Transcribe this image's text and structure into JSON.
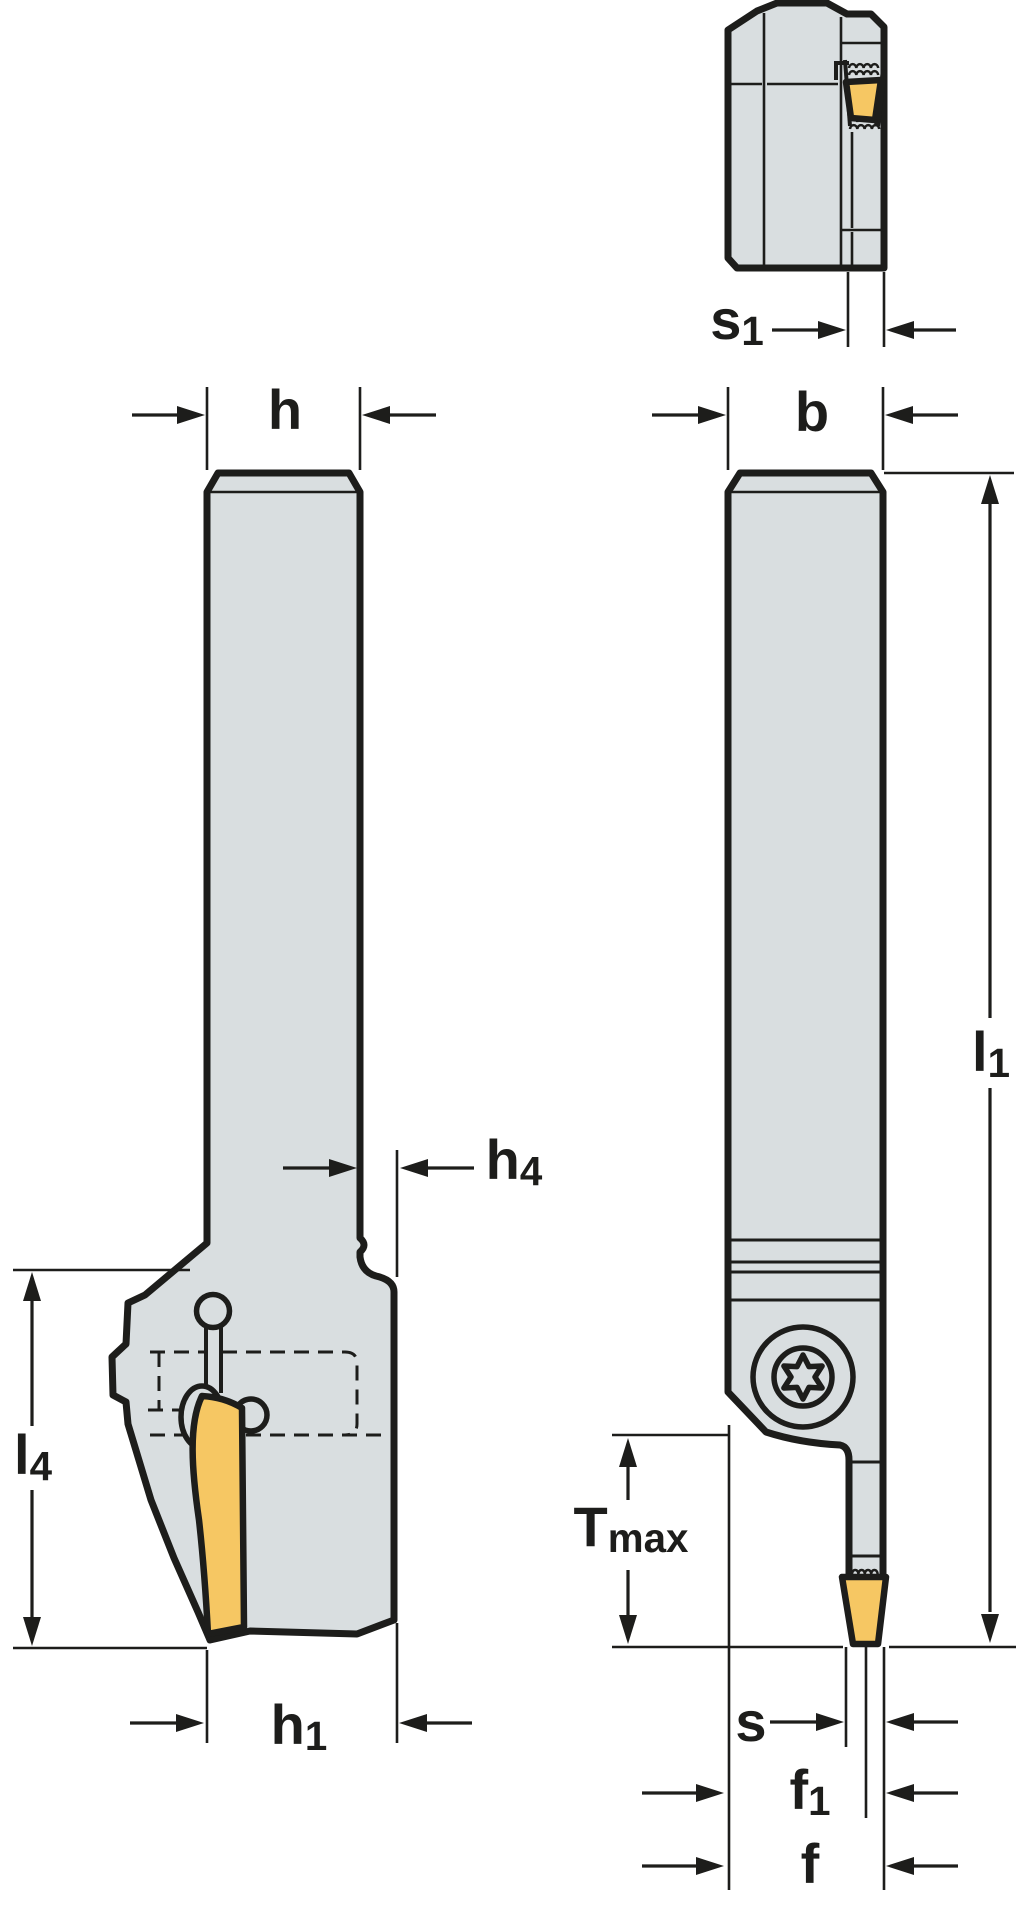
{
  "colors": {
    "background": "#ffffff",
    "body_fill": "#d9dee0",
    "insert_fill": "#f6c763",
    "line": "#1d1d1b"
  },
  "labels": {
    "s1": {
      "main": "s",
      "sub": "1"
    },
    "h": {
      "main": "h",
      "sub": ""
    },
    "b": {
      "main": "b",
      "sub": ""
    },
    "h4": {
      "main": "h",
      "sub": "4"
    },
    "l1": {
      "main": "l",
      "sub": "1"
    },
    "l4": {
      "main": "l",
      "sub": "4"
    },
    "tmax": {
      "main": "T",
      "sub": "max"
    },
    "h1": {
      "main": "h",
      "sub": "1"
    },
    "s": {
      "main": "s",
      "sub": ""
    },
    "f1": {
      "main": "f",
      "sub": "1"
    },
    "f": {
      "main": "f",
      "sub": ""
    }
  }
}
